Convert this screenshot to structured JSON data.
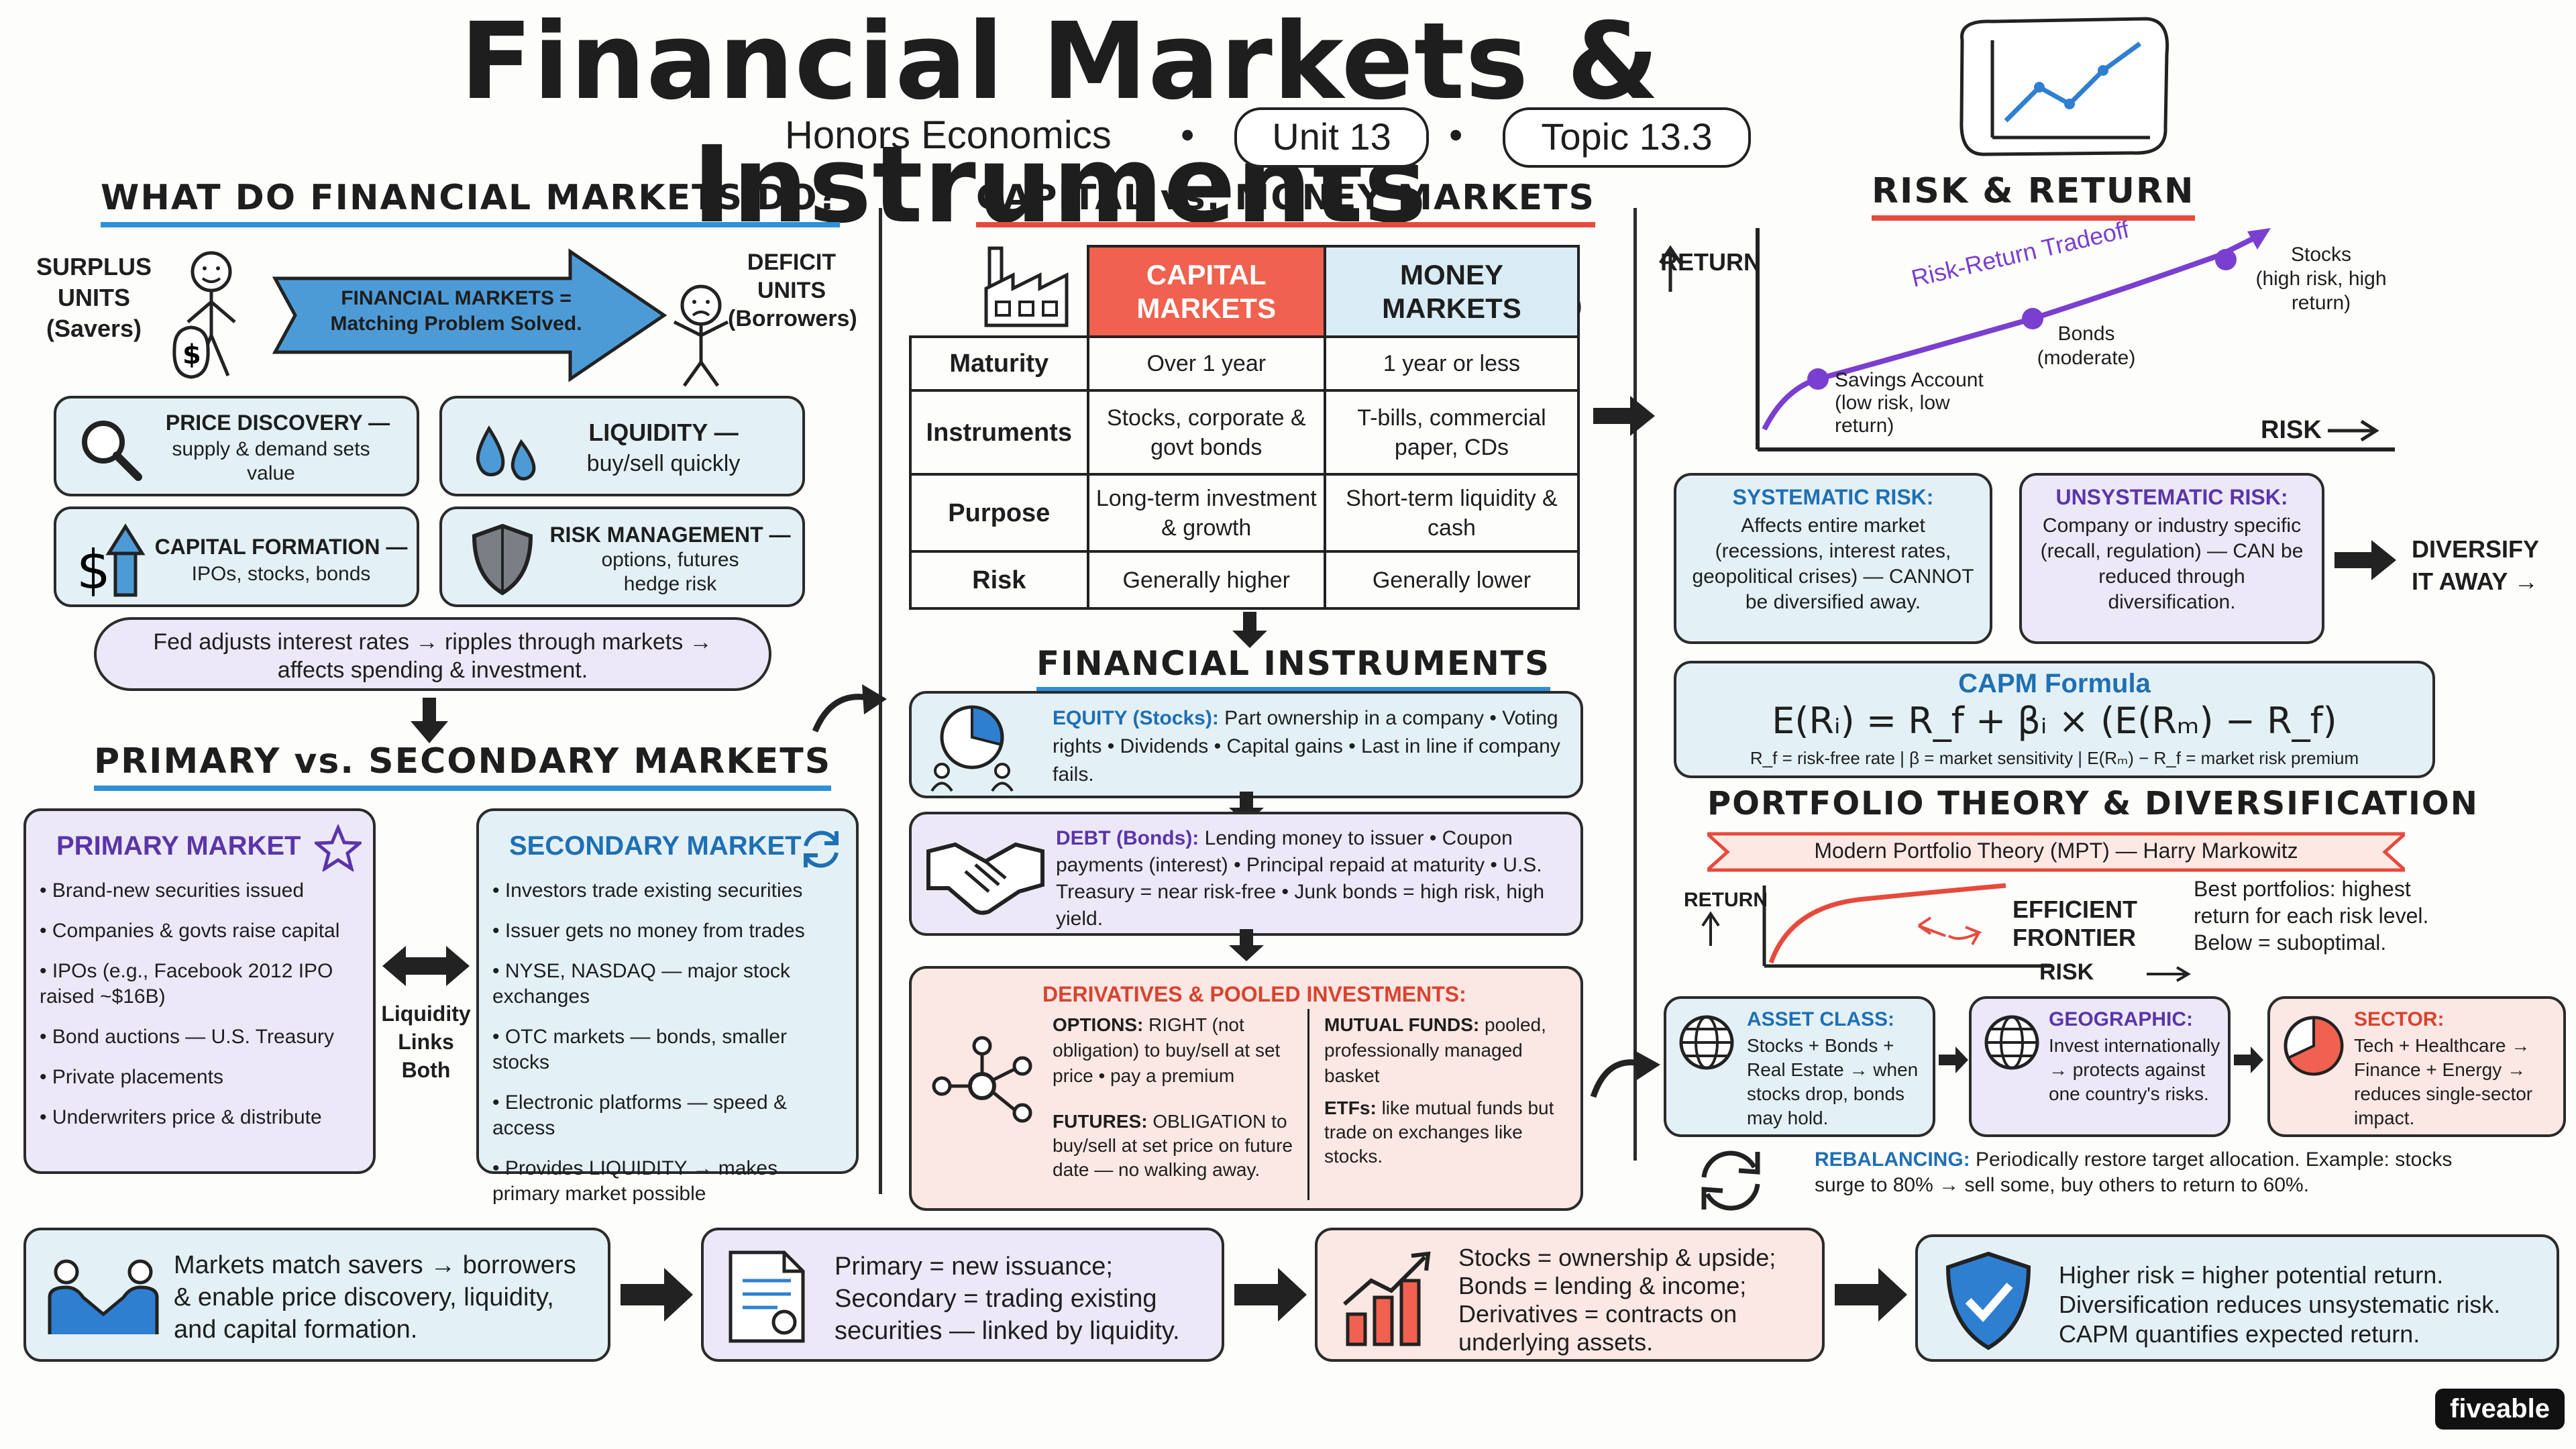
{
  "header": {
    "title": "Financial Markets & Instruments",
    "course": "Honors Economics",
    "unit": "Unit 13",
    "topic": "Topic 13.3",
    "bullet": "•"
  },
  "functions": {
    "heading": "WHAT DO FINANCIAL MARKETS DO?",
    "surplus": "SURPLUS UNITS (Savers)",
    "deficit": "DEFICIT UNITS (Borrowers)",
    "arrow_text_1": "FINANCIAL MARKETS =",
    "arrow_text_2": "Matching Problem Solved.",
    "price_title": "PRICE DISCOVERY —",
    "price_body": "supply & demand sets value",
    "liquidity_title": "LIQUIDITY —",
    "liquidity_body": "buy/sell quickly",
    "capital_title": "CAPITAL FORMATION —",
    "capital_body": "IPOs, stocks, bonds",
    "risk_title": "RISK MANAGEMENT —",
    "risk_body": "options, futures hedge risk",
    "fed_note": "Fed adjusts interest rates → ripples through markets → affects spending & investment."
  },
  "primary_secondary": {
    "heading": "PRIMARY vs. SECONDARY MARKETS",
    "primary_title": "PRIMARY MARKET",
    "primary_items": [
      "• Brand-new securities issued",
      "• Companies & govts raise capital",
      "• IPOs (e.g., Facebook 2012 IPO raised ~$16B)",
      "• Bond auctions — U.S. Treasury",
      "• Private placements",
      "• Underwriters price & distribute"
    ],
    "link_label": "Liquidity Links Both",
    "secondary_title": "SECONDARY MARKET",
    "secondary_items": [
      "• Investors trade existing securities",
      "• Issuer gets no money from trades",
      "• NYSE, NASDAQ — major stock exchanges",
      "• OTC markets — bonds, smaller stocks",
      "• Electronic platforms — speed & access",
      "• Provides LIQUIDITY → makes primary market possible"
    ]
  },
  "capital_money": {
    "heading": "CAPITAL vs. MONEY MARKETS",
    "col_capital": "CAPITAL MARKETS",
    "col_money": "MONEY MARKETS",
    "rows": [
      {
        "label": "Maturity",
        "capital": "Over 1 year",
        "money": "1 year or less"
      },
      {
        "label": "Instruments",
        "capital": "Stocks, corporate & govt bonds",
        "money": "T-bills, commercial paper, CDs"
      },
      {
        "label": "Purpose",
        "capital": "Long-term investment & growth",
        "money": "Short-term liquidity & cash"
      },
      {
        "label": "Risk",
        "capital": "Generally higher",
        "money": "Generally lower"
      }
    ]
  },
  "instruments": {
    "heading": "FINANCIAL INSTRUMENTS",
    "equity_label": "EQUITY (Stocks):",
    "equity_body": "Part ownership in a company • Voting rights • Dividends • Capital gains • Last in line if company fails.",
    "debt_label": "DEBT (Bonds):",
    "debt_body": "Lending money to issuer • Coupon payments (interest) • Principal repaid at maturity • U.S. Treasury = near risk-free • Junk bonds = high risk, high yield.",
    "deriv_heading": "DERIVATIVES & POOLED INVESTMENTS:",
    "options_label": "OPTIONS:",
    "options_body": "RIGHT (not obligation) to buy/sell at set price • pay a premium",
    "futures_label": "FUTURES:",
    "futures_body": "OBLIGATION to buy/sell at set price on future date — no walking away.",
    "mutual_label": "MUTUAL FUNDS:",
    "mutual_body": "pooled, professionally managed basket",
    "etf_label": "ETFs:",
    "etf_body": "like mutual funds but trade on exchanges like stocks."
  },
  "risk_return": {
    "heading": "RISK & RETURN",
    "y_axis": "RETURN",
    "x_axis": "RISK",
    "curve_label": "Risk-Return Tradeoff",
    "points": [
      {
        "name": "Savings Account",
        "detail": "(low risk, low return)",
        "risk": 1,
        "return": 1
      },
      {
        "name": "Bonds",
        "detail": "(moderate)",
        "risk": 2,
        "return": 2
      },
      {
        "name": "Stocks",
        "detail": "(high risk, high return)",
        "risk": 3,
        "return": 3
      }
    ],
    "systematic_title": "SYSTEMATIC RISK:",
    "systematic_body": "Affects entire market (recessions, interest rates, geopolitical crises) — CANNOT be diversified away.",
    "unsystematic_title": "UNSYSTEMATIC RISK:",
    "unsystematic_body": "Company or industry specific (recall, regulation) — CAN be reduced through diversification.",
    "diversify": "DIVERSIFY IT AWAY →"
  },
  "capm": {
    "title": "CAPM Formula",
    "formula": "E(Rᵢ) = R_f + βᵢ × (E(Rₘ) − R_f)",
    "legend": "R_f = risk-free rate  |  β = market sensitivity  |  E(Rₘ) − R_f = market risk premium"
  },
  "portfolio": {
    "heading": "PORTFOLIO THEORY & DIVERSIFICATION",
    "banner": "Modern Portfolio Theory (MPT) — Harry Markowitz",
    "y_axis": "RETURN",
    "x_axis": "RISK",
    "frontier_label": "EFFICIENT FRONTIER",
    "best": "Best portfolios: highest return for each risk level. Below = suboptimal.",
    "asset_title": "ASSET CLASS:",
    "asset_body": "Stocks + Bonds + Real Estate → when stocks drop, bonds may hold.",
    "geo_title": "GEOGRAPHIC:",
    "geo_body": "Invest internationally → protects against one country's risks.",
    "sector_title": "SECTOR:",
    "sector_body": "Tech + Healthcare → Finance + Energy → reduces single-sector impact.",
    "rebal_label": "REBALANCING:",
    "rebal_body": "Periodically restore target allocation. Example: stocks surge to 80% → sell some, buy others to return to 60%."
  },
  "summary": {
    "s1": "Markets match savers → borrowers & enable price discovery, liquidity, and capital formation.",
    "s2": "Primary = new issuance; Secondary = trading existing securities — linked by liquidity.",
    "s3": "Stocks = ownership & upside; Bonds = lending & income; Derivatives = contracts on underlying assets.",
    "s4": "Higher risk = higher potential return. Diversification reduces unsystematic risk. CAPM quantifies expected return."
  },
  "brand": "fiveable",
  "colors": {
    "blue": "#e3f1f6",
    "purple": "#ece8f8",
    "red": "#fbe7e3",
    "accent_red": "#e64a3c",
    "accent_blue": "#2f8fd8"
  }
}
